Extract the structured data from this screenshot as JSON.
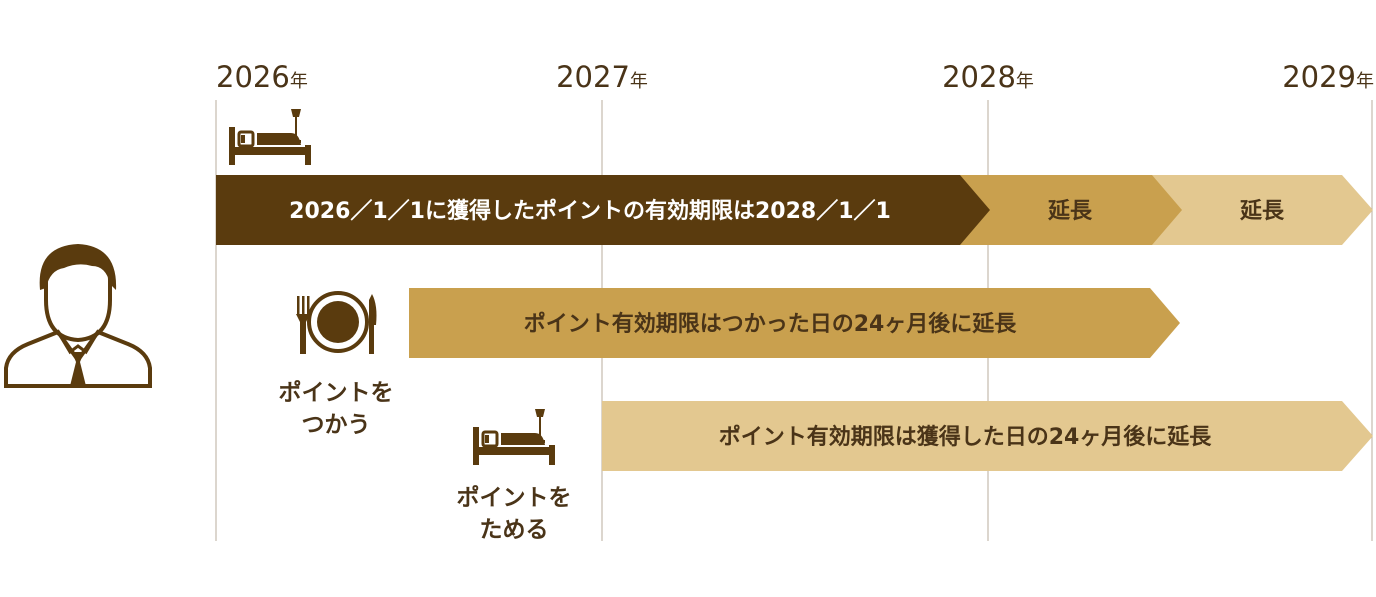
{
  "colors": {
    "dark_brown": "#5a3b0e",
    "gold": "#c9a04e",
    "light_gold": "#e3c890",
    "grid": "#b9ad9c",
    "text": "#4a3418"
  },
  "years": [
    {
      "num": "2026",
      "suffix": "年"
    },
    {
      "num": "2027",
      "suffix": "年"
    },
    {
      "num": "2028",
      "suffix": "年"
    },
    {
      "num": "2029",
      "suffix": "年"
    }
  ],
  "top_bar": {
    "main_text": "2026／1／1に獲得したポイントの有効期限は2028／1／1",
    "ext1": "延長",
    "ext2": "延長"
  },
  "use_bar": {
    "text": "ポイント有効期限はつかった日の24ヶ月後に延長"
  },
  "earn_bar": {
    "text": "ポイント有効期限は獲得した日の24ヶ月後に延長"
  },
  "use_caption": {
    "line1": "ポイントを",
    "line2": "つかう"
  },
  "earn_caption": {
    "line1": "ポイントを",
    "line2": "ためる"
  },
  "icons": [
    "person-icon",
    "hotel-bed-icon",
    "dining-icon"
  ]
}
